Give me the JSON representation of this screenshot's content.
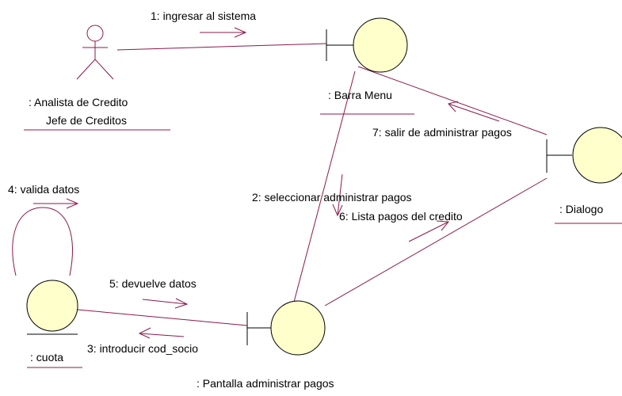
{
  "colors": {
    "line": "#8b1a4a",
    "node_fill": "#ffffcc",
    "node_stroke": "#000000",
    "text": "#000000"
  },
  "actor": {
    "name_line1": ": Analista de Credito",
    "name_line2": "Jefe de Creditos"
  },
  "objects": {
    "barra_menu": ": Barra Menu",
    "dialogo": ": Dialogo",
    "pantalla": ": Pantalla administrar pagos",
    "cuota": ": cuota"
  },
  "messages": {
    "m1": "1: ingresar al sistema",
    "m2": "2: seleccionar administrar pagos",
    "m3": "3: introducir cod_socio",
    "m4": "4: valida datos",
    "m5": "5: devuelve datos",
    "m6": "6: Lista pagos del credito",
    "m7": "7: salir de administrar pagos"
  }
}
